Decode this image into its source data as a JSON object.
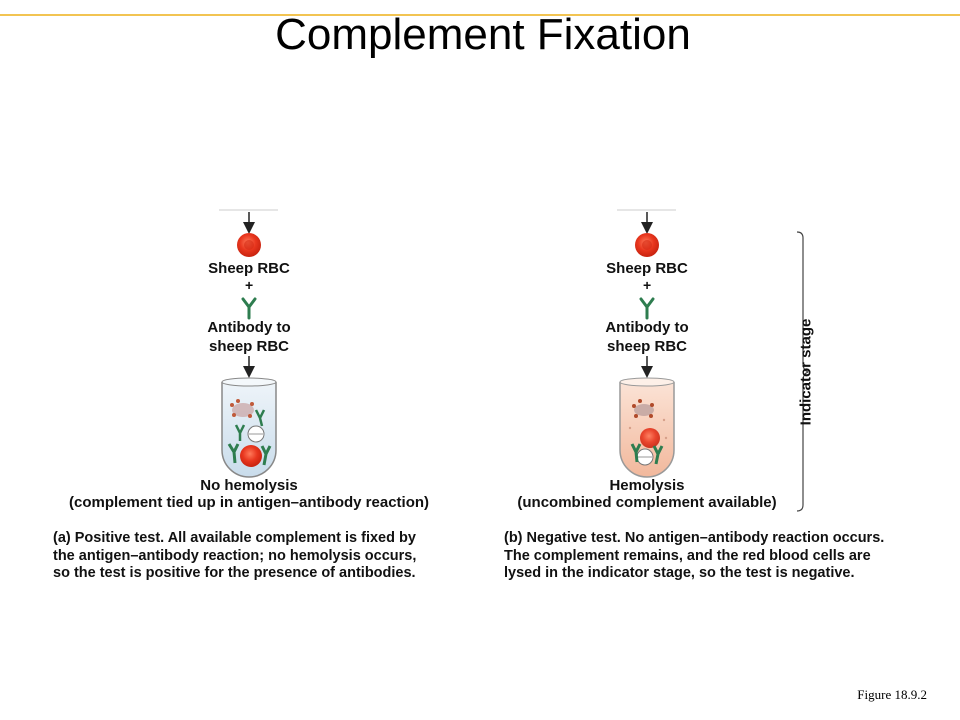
{
  "title": "Complement Fixation",
  "figure_label": "Figure 18.9.2",
  "indicator_stage_label": "Indicator stage",
  "panel_a": {
    "rbc_label": "Sheep RBC",
    "plus": "+",
    "antibody_label_line1": "Antibody to",
    "antibody_label_line2": "sheep RBC",
    "result_line1": "No hemolysis",
    "result_line2": "(complement tied up in antigen–antibody reaction)",
    "caption_tag": "(a)",
    "caption_line1": "Positive test. All available complement is fixed by",
    "caption_line2": "the antigen–antibody reaction; no hemolysis occurs,",
    "caption_line3": "so the test is positive for the presence of antibodies."
  },
  "panel_b": {
    "rbc_label": "Sheep RBC",
    "plus": "+",
    "antibody_label_line1": "Antibody to",
    "antibody_label_line2": "sheep RBC",
    "result_line1": "Hemolysis",
    "result_line2": "(uncombined complement available)",
    "caption_tag": "(b)",
    "caption_line1": "Negative test. No antigen–antibody reaction occurs.",
    "caption_line2": "The complement remains, and the red blood cells are",
    "caption_line3": "lysed in the indicator stage, so the test is negative."
  },
  "colors": {
    "rbc": "#e8361e",
    "antibody": "#2e7d4f",
    "tube_a_fill": "#dbe8f2",
    "tube_b_fill": "#f7cdb8",
    "title_rule": "#f2c452"
  }
}
